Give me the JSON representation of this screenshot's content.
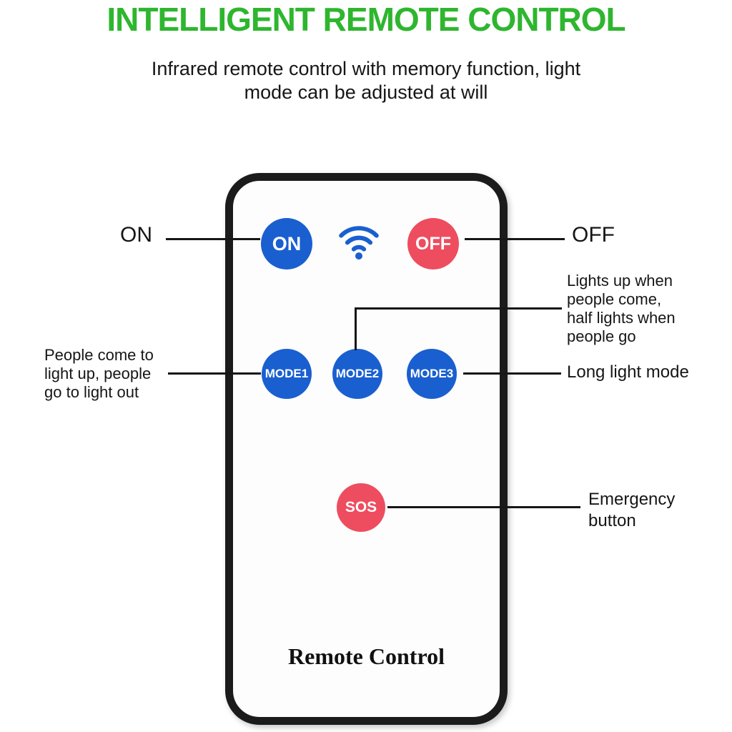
{
  "colors": {
    "title_green": "#2eb62e",
    "button_blue": "#1a5fd0",
    "button_red": "#ee4d5f",
    "text_black": "#141414"
  },
  "header": {
    "title": "INTELLIGENT REMOTE CONTROL",
    "subtitle": "Infrared remote control with memory function, light\nmode can be adjusted at will"
  },
  "remote": {
    "label": "Remote Control",
    "buttons": {
      "on": "ON",
      "off": "OFF",
      "mode1": "MODE1",
      "mode2": "MODE2",
      "mode3": "MODE3",
      "sos": "SOS"
    },
    "icons": {
      "wifi": "wifi-icon"
    }
  },
  "callouts": {
    "on": "ON",
    "off": "OFF",
    "mode1": "People come to\nlight up, people\ngo to light out",
    "mode2": "Lights up when\npeople come,\nhalf lights when\npeople go",
    "mode3": "Long light mode",
    "sos": "Emergency\nbutton"
  }
}
